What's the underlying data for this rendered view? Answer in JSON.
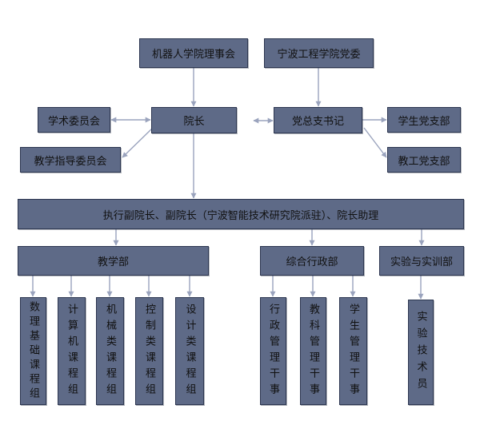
{
  "nodes": {
    "council": "机器人学院理事会",
    "party_committee": "宁波工程学院党委",
    "academic_committee": "学术委员会",
    "dean": "院长",
    "party_secretary": "党总支书记",
    "student_party_branch": "学生党支部",
    "teaching_guidance_committee": "教学指导委员会",
    "staff_party_branch": "教工党支部",
    "executive": "执行副院长、副院长（宁波智能技术研究院派驻）、院长助理",
    "teaching_dept": "教学部",
    "admin_dept": "综合行政部",
    "lab_dept": "实验与实训部",
    "teaching_groups": [
      "数理基础课程组",
      "计算机课程组",
      "机械类课程组",
      "控制类课程组",
      "设计类课程组"
    ],
    "admin_staff": [
      "行政管理干事",
      "教科管理干事",
      "学生管理干事"
    ],
    "lab_staff": [
      "实验技术员"
    ]
  },
  "colors": {
    "box_fill": "#5e6a87",
    "box_border": "#2c3650",
    "arrow": "#9aa3bd",
    "text": "#111111"
  }
}
